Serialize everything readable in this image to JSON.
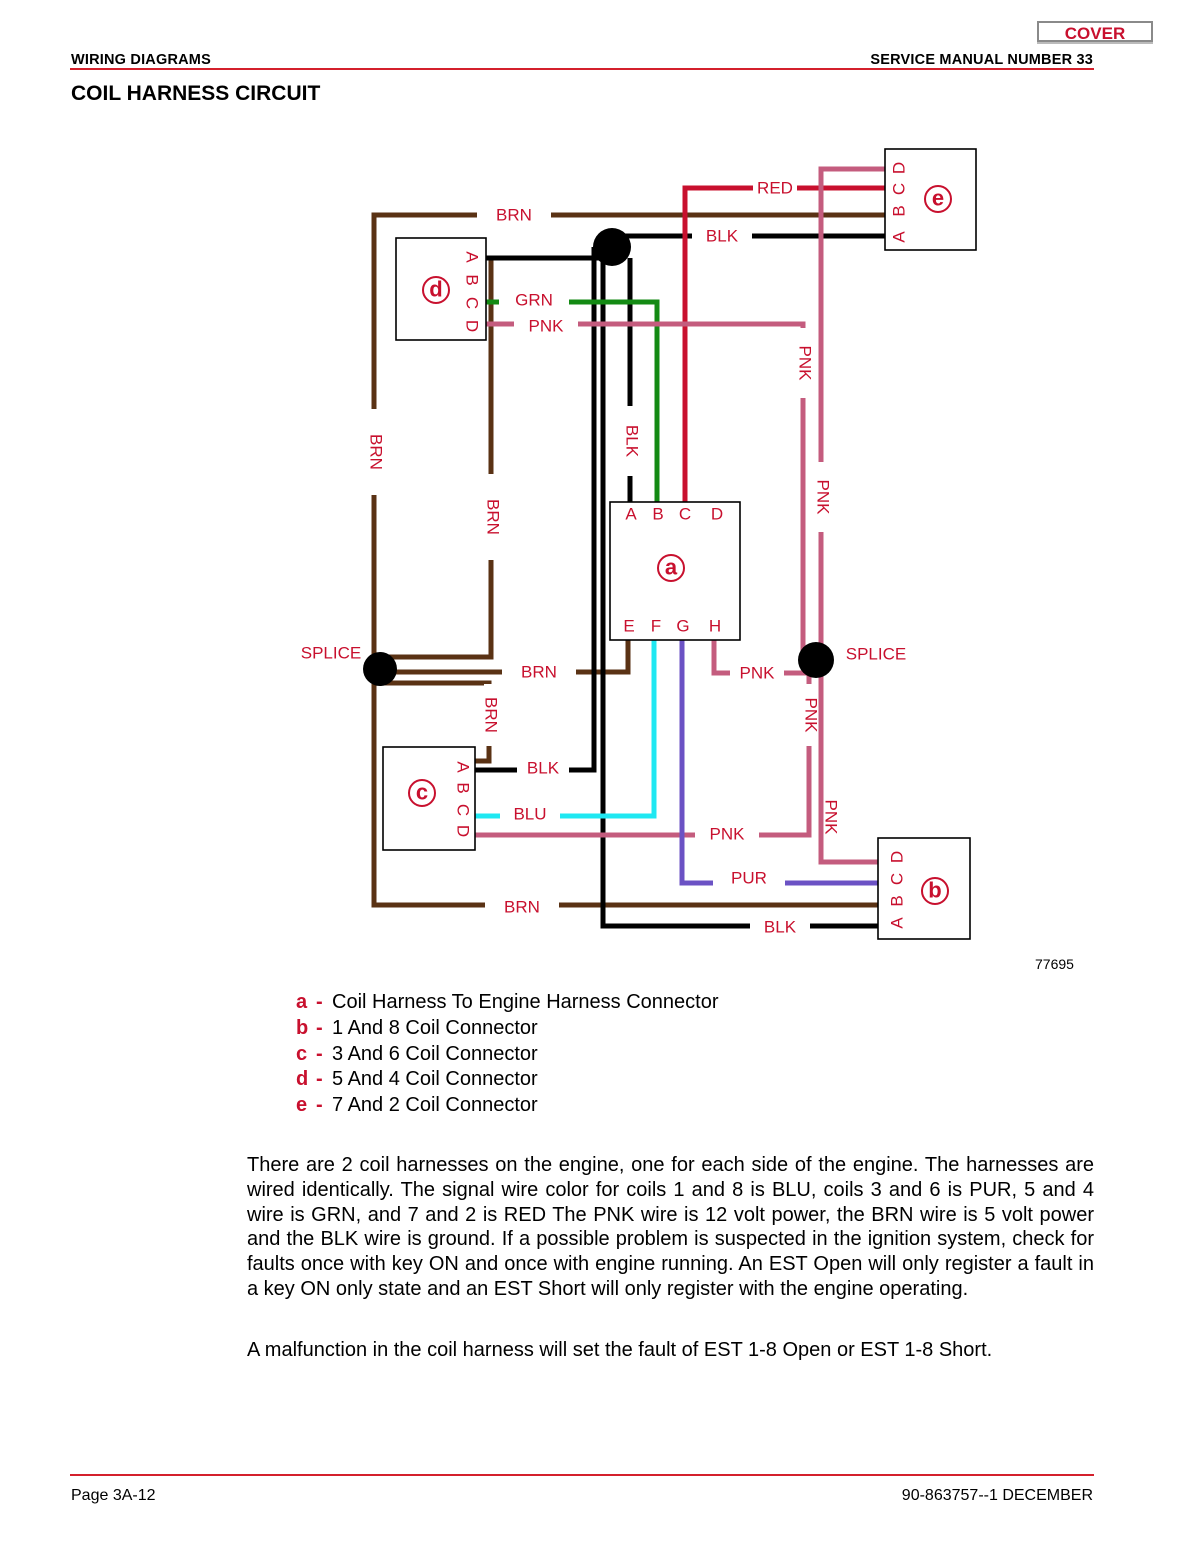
{
  "header": {
    "cover_button": "COVER",
    "section": "WIRING DIAGRAMS",
    "manual": "SERVICE MANUAL NUMBER 33",
    "title": "COIL HARNESS CIRCUIT"
  },
  "diagram": {
    "wire_labels": {
      "red": "RED",
      "brn": "BRN",
      "blk": "BLK",
      "grn": "GRN",
      "pnk": "PNK",
      "blu": "BLU",
      "pur": "PUR",
      "splice": "SPLICE"
    },
    "connectors": {
      "a": {
        "letter": "a",
        "top_pins": [
          "A",
          "B",
          "C",
          "D"
        ],
        "bottom_pins": [
          "E",
          "F",
          "G",
          "H"
        ]
      },
      "b": {
        "letter": "b",
        "pins": [
          "A",
          "B",
          "C",
          "D"
        ]
      },
      "c": {
        "letter": "c",
        "pins": [
          "A",
          "B",
          "C",
          "D"
        ]
      },
      "d": {
        "letter": "d",
        "pins": [
          "A",
          "B",
          "C",
          "D"
        ]
      },
      "e": {
        "letter": "e",
        "pins": [
          "A",
          "B",
          "C",
          "D"
        ]
      }
    },
    "figure_number": "77695",
    "colors": {
      "red": "#c8102e",
      "brn": "#5a3214",
      "blk": "#000000",
      "grn": "#138a13",
      "pnk": "#c45c7e",
      "blu": "#1fe8f2",
      "pur": "#6b52c4",
      "label": "#c8102e"
    }
  },
  "legend": [
    {
      "key": "a",
      "text": "Coil Harness To Engine Harness Connector"
    },
    {
      "key": "b",
      "text": "1 And 8 Coil Connector"
    },
    {
      "key": "c",
      "text": "3 And 6 Coil Connector"
    },
    {
      "key": "d",
      "text": "5 And 4 Coil Connector"
    },
    {
      "key": "e",
      "text": "7 And 2 Coil Connector"
    }
  ],
  "body": {
    "paragraph1": "There are 2 coil harnesses on the engine, one for each side of the engine. The harnesses are wired identically. The signal wire color for coils 1 and 8 is BLU, coils 3 and 6 is PUR, 5 and 4 wire is GRN, and 7 and 2 is RED The PNK wire is 12 volt power, the BRN wire is 5 volt power and the BLK wire is ground. If a possible problem is suspected in the ignition system, check for faults once with key ON and once with engine running. An EST Open will only register a fault in a key ON only state and an EST Short will only register with the engine operating.",
    "paragraph2": "A malfunction in the coil harness will set the fault of EST 1-8 Open or EST 1-8 Short."
  },
  "footer": {
    "page": "Page 3A-12",
    "doc": "90-863757--1   DECEMBER"
  }
}
